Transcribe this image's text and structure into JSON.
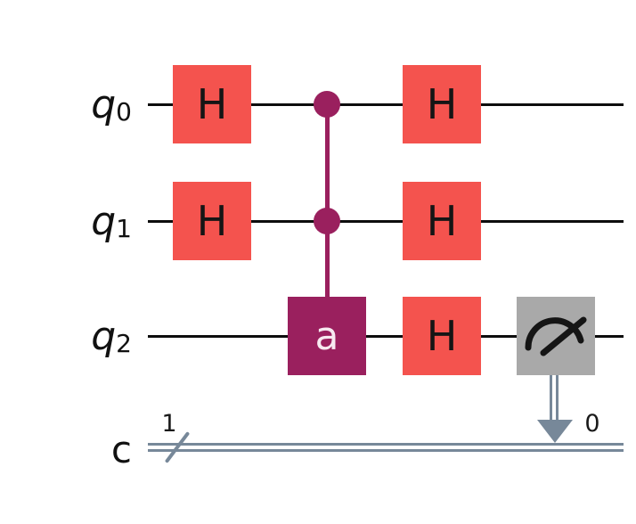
{
  "figure": {
    "type": "quantum-circuit-diagram",
    "background": "#ffffff"
  },
  "wires": {
    "qubits": [
      {
        "label_base": "q",
        "label_sub": "0"
      },
      {
        "label_base": "q",
        "label_sub": "1"
      },
      {
        "label_base": "q",
        "label_sub": "2"
      }
    ],
    "classical": {
      "label": "c",
      "bus_width": "1",
      "target_bit_index": "0"
    }
  },
  "gates": {
    "hadamard_label": "H",
    "controlled_unitary_label": "a",
    "measure_icon": "meter-icon",
    "control_icon": "control-dot"
  },
  "columns": [
    {
      "name": "column-1",
      "ops": [
        "H on q0",
        "H on q1"
      ]
    },
    {
      "name": "column-2",
      "ops": [
        "controlled-a: controls on q0 and q1, target box 'a' on q2"
      ]
    },
    {
      "name": "column-3",
      "ops": [
        "H on q0",
        "H on q1",
        "H on q2"
      ]
    },
    {
      "name": "column-4",
      "ops": [
        "measure q2 into c[0]"
      ]
    }
  ],
  "colors": {
    "hadamard_box": "#f4534e",
    "controlled_gate": "#9a205e",
    "measure_box": "#a9a9a9",
    "quantum_wire": "#0d0d0d",
    "classical_wire": "#778899",
    "gate_text_dark": "#151515",
    "gate_text_light": "#ffffff"
  }
}
